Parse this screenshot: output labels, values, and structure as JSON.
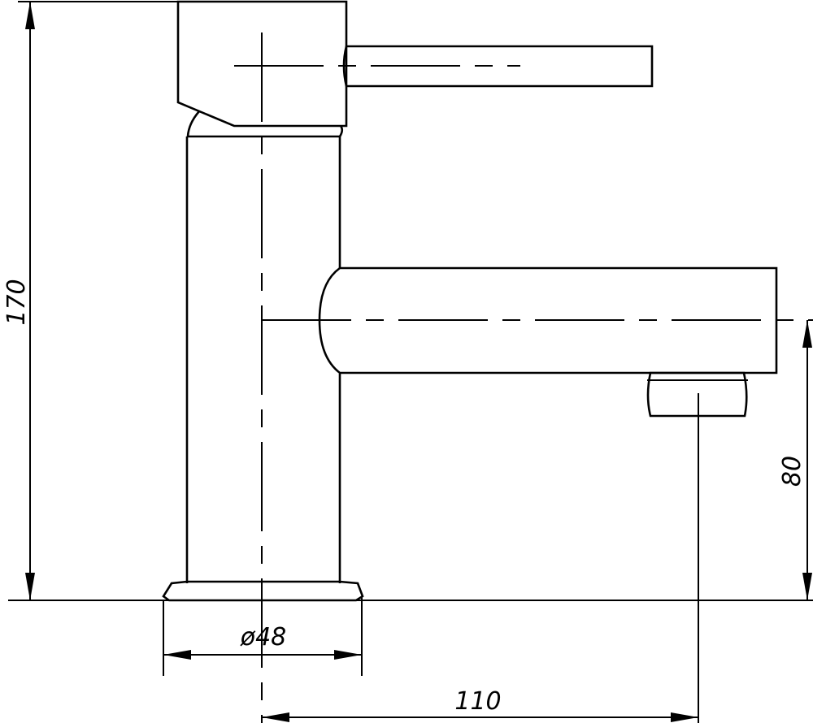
{
  "drawing": {
    "dimensions": {
      "total_height": "170",
      "spout_height": "80",
      "base_diameter": "ø48",
      "spout_reach": "110"
    }
  }
}
